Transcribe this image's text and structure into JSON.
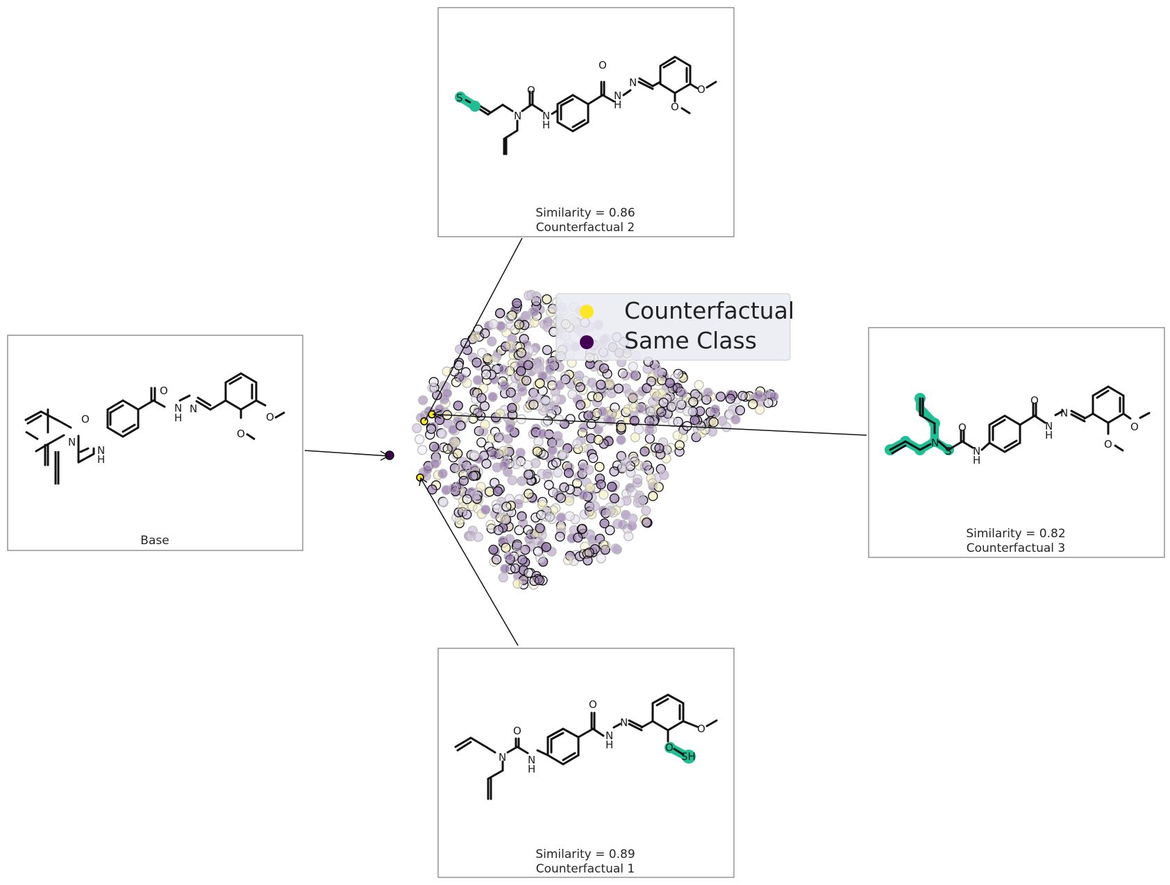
{
  "colors": {
    "counterfactual": "#fde725",
    "same_class": "#440154",
    "highlight": "#1fbf96",
    "scatter_faint_purple": "#9a7bb0",
    "scatter_faint_yellow": "#f5efc0",
    "legend_bg": "#eaeaf2"
  },
  "legend": {
    "counterfactual_label": "Counterfactual",
    "same_class_label": "Same Class"
  },
  "panels": {
    "base": {
      "caption": "Base"
    },
    "cf1": {
      "similarity": "Similarity = 0.89",
      "name": "Counterfactual 1"
    },
    "cf2": {
      "similarity": "Similarity = 0.86",
      "name": "Counterfactual 2"
    },
    "cf3": {
      "similarity": "Similarity = 0.82",
      "name": "Counterfactual 3"
    }
  },
  "atoms": {
    "O": "O",
    "N": "N",
    "H": "H",
    "S": "S",
    "SH": "SH"
  }
}
